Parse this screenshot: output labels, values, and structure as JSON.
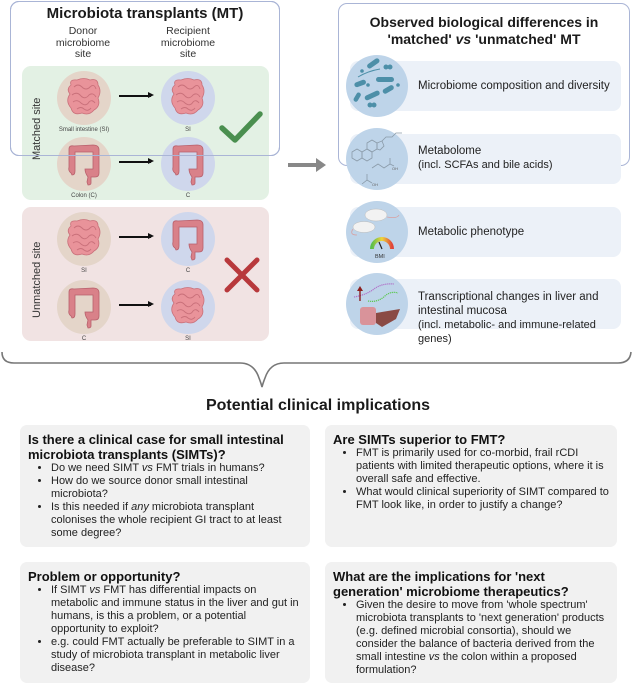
{
  "left_panel": {
    "title": "Microbiota transplants (MT)",
    "donor_header": [
      "Donor",
      "microbiome",
      "site"
    ],
    "recipient_header": [
      "Recipient",
      "microbiome",
      "site"
    ],
    "matched": {
      "label": "Matched site",
      "rows": [
        {
          "donor": "small-intestine",
          "donor_caption": "Small intestine (SI)",
          "recipient": "small-intestine",
          "recipient_caption": "SI"
        },
        {
          "donor": "colon",
          "donor_caption": "Colon (C)",
          "recipient": "colon",
          "recipient_caption": "C"
        }
      ],
      "verdict_icon": "check-icon",
      "color": "#4a8f4f"
    },
    "unmatched": {
      "label": "Unmatched site",
      "rows": [
        {
          "donor": "small-intestine",
          "donor_caption": "SI",
          "recipient": "colon",
          "recipient_caption": "C"
        },
        {
          "donor": "colon",
          "donor_caption": "C",
          "recipient": "small-intestine",
          "recipient_caption": "SI"
        }
      ],
      "verdict_icon": "cross-icon",
      "color": "#b8393c"
    }
  },
  "right_panel": {
    "title_line1": "Observed biological differences in",
    "title_line2_a": "'matched' ",
    "title_line2_vs": "vs",
    "title_line2_b": " 'unmatched' MT",
    "items": [
      {
        "icon": "bacteria-icon",
        "text": "Microbiome composition and diversity",
        "sub": ""
      },
      {
        "icon": "molecule-icon",
        "text": "Metabolome",
        "sub": "(incl. SCFAs and bile acids)"
      },
      {
        "icon": "mice-bmi-icon",
        "text": "Metabolic phenotype",
        "sub": "",
        "gauge_label": "BMI"
      },
      {
        "icon": "gene-expression-liver-icon",
        "text": "Transcriptional changes in liver and intestinal mucosa",
        "sub": "(incl. metabolic- and immune-related genes)"
      }
    ]
  },
  "implications": {
    "title": "Potential clinical implications",
    "cards": [
      {
        "heading": "Is there a clinical case for small intestinal microbiota transplants (SIMTs)?",
        "bullets": [
          {
            "pre": "Do we need SIMT ",
            "em": "vs",
            "post": " FMT trials in humans?"
          },
          {
            "pre": "How do we source donor small intestinal microbiota?",
            "em": "",
            "post": ""
          },
          {
            "pre": "Is this needed if ",
            "em": "any",
            "post": " microbiota transplant colonises the whole recipient GI tract to at least some degree?"
          }
        ]
      },
      {
        "heading": "Are SIMTs superior to FMT?",
        "bullets": [
          {
            "pre": "FMT is primarily used for co-morbid, frail rCDI patients with limited therapeutic options, where it is overall safe and effective.",
            "em": "",
            "post": ""
          },
          {
            "pre": "What would clinical superiority of SIMT compared to FMT look like, in order to justify a change?",
            "em": "",
            "post": ""
          }
        ]
      },
      {
        "heading": "Problem or opportunity?",
        "bullets": [
          {
            "pre": "If SIMT ",
            "em": "vs",
            "post": " FMT has differential impacts on metabolic and immune status in the liver and gut in humans, is this a problem, or a potential opportunity to exploit?"
          },
          {
            "pre": "e.g. could FMT actually be preferable to SIMT in a study of microbiota transplant in metabolic liver disease?",
            "em": "",
            "post": ""
          }
        ]
      },
      {
        "heading": "What are the implications for 'next generation' microbiome therapeutics?",
        "bullets": [
          {
            "pre": "Given the desire to move from 'whole spectrum' microbiota transplants to 'next generation' products (e.g. defined microbial consortia), should we consider the balance of bacteria derived from the small intestine ",
            "em": "vs",
            "post": " the colon within a proposed formulation?"
          }
        ]
      }
    ]
  }
}
